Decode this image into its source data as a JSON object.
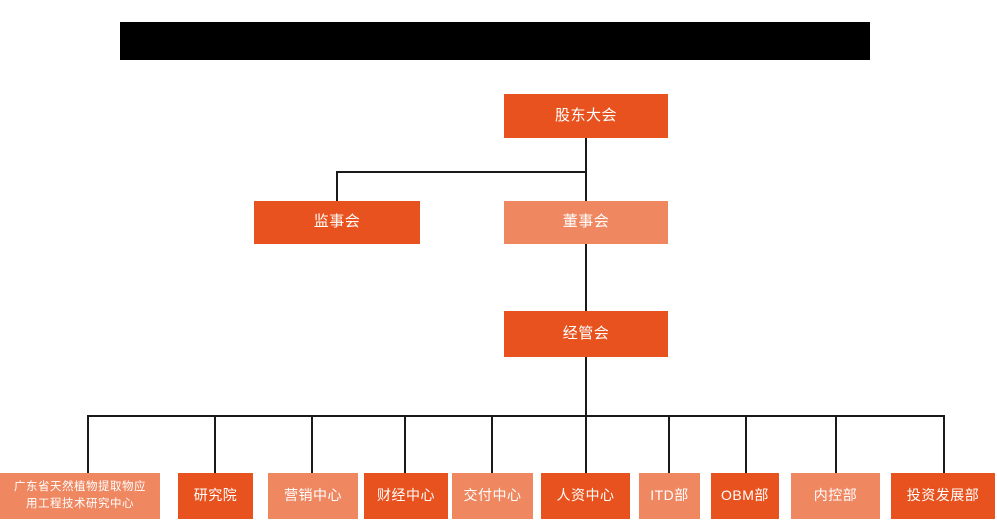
{
  "diagram": {
    "title_bar": {
      "name": "redacted-title-bar",
      "text": "",
      "color": "#000000"
    },
    "colors": {
      "primary": "#e8521e",
      "secondary": "#ef8761",
      "line": "#1a1a1a",
      "background": "#ffffff",
      "text": "#ffffff"
    },
    "levels": {
      "level1": [
        {
          "id": "shareholders-meeting",
          "label": "股东大会",
          "style": "primary"
        }
      ],
      "level2": [
        {
          "id": "board-of-supervisors",
          "label": "监事会",
          "style": "primary"
        },
        {
          "id": "board-of-directors",
          "label": "董事会",
          "style": "secondary"
        }
      ],
      "level3": [
        {
          "id": "management-committee",
          "label": "经管会",
          "style": "primary"
        }
      ],
      "level4": [
        {
          "id": "gd-research-center",
          "label": "广东省天然植物提取物应\n用工程技术研究中心",
          "style": "secondary"
        },
        {
          "id": "research-institute",
          "label": "研究院",
          "style": "primary"
        },
        {
          "id": "marketing-center",
          "label": "营销中心",
          "style": "secondary"
        },
        {
          "id": "finance-center",
          "label": "财经中心",
          "style": "primary"
        },
        {
          "id": "delivery-center",
          "label": "交付中心",
          "style": "secondary"
        },
        {
          "id": "hr-center",
          "label": "人资中心",
          "style": "primary"
        },
        {
          "id": "itd-department",
          "label": "ITD部",
          "style": "secondary"
        },
        {
          "id": "obm-department",
          "label": "OBM部",
          "style": "primary"
        },
        {
          "id": "internal-control-department",
          "label": "内控部",
          "style": "secondary"
        },
        {
          "id": "investment-development-department",
          "label": "投资发展部",
          "style": "primary"
        }
      ]
    }
  }
}
